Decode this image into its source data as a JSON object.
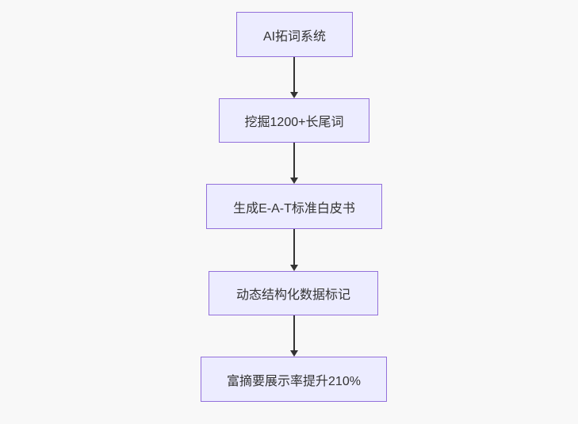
{
  "diagram": {
    "type": "flowchart",
    "direction": "top-down",
    "colors": {
      "background": "#f8f8f8",
      "node_fill": "#ECECFF",
      "node_border": "#9370DB",
      "edge": "#333333",
      "text": "#333333"
    },
    "nodes": [
      {
        "id": "step-1",
        "label": "AI拓词系统"
      },
      {
        "id": "step-2",
        "label": "挖掘1200+长尾词"
      },
      {
        "id": "step-3",
        "label": "生成E-A-T标准白皮书"
      },
      {
        "id": "step-4",
        "label": "动态结构化数据标记"
      },
      {
        "id": "step-5",
        "label": "富摘要展示率提升210%"
      }
    ],
    "edges": [
      {
        "from": "step-1",
        "to": "step-2"
      },
      {
        "from": "step-2",
        "to": "step-3"
      },
      {
        "from": "step-3",
        "to": "step-4"
      },
      {
        "from": "step-4",
        "to": "step-5"
      }
    ]
  }
}
